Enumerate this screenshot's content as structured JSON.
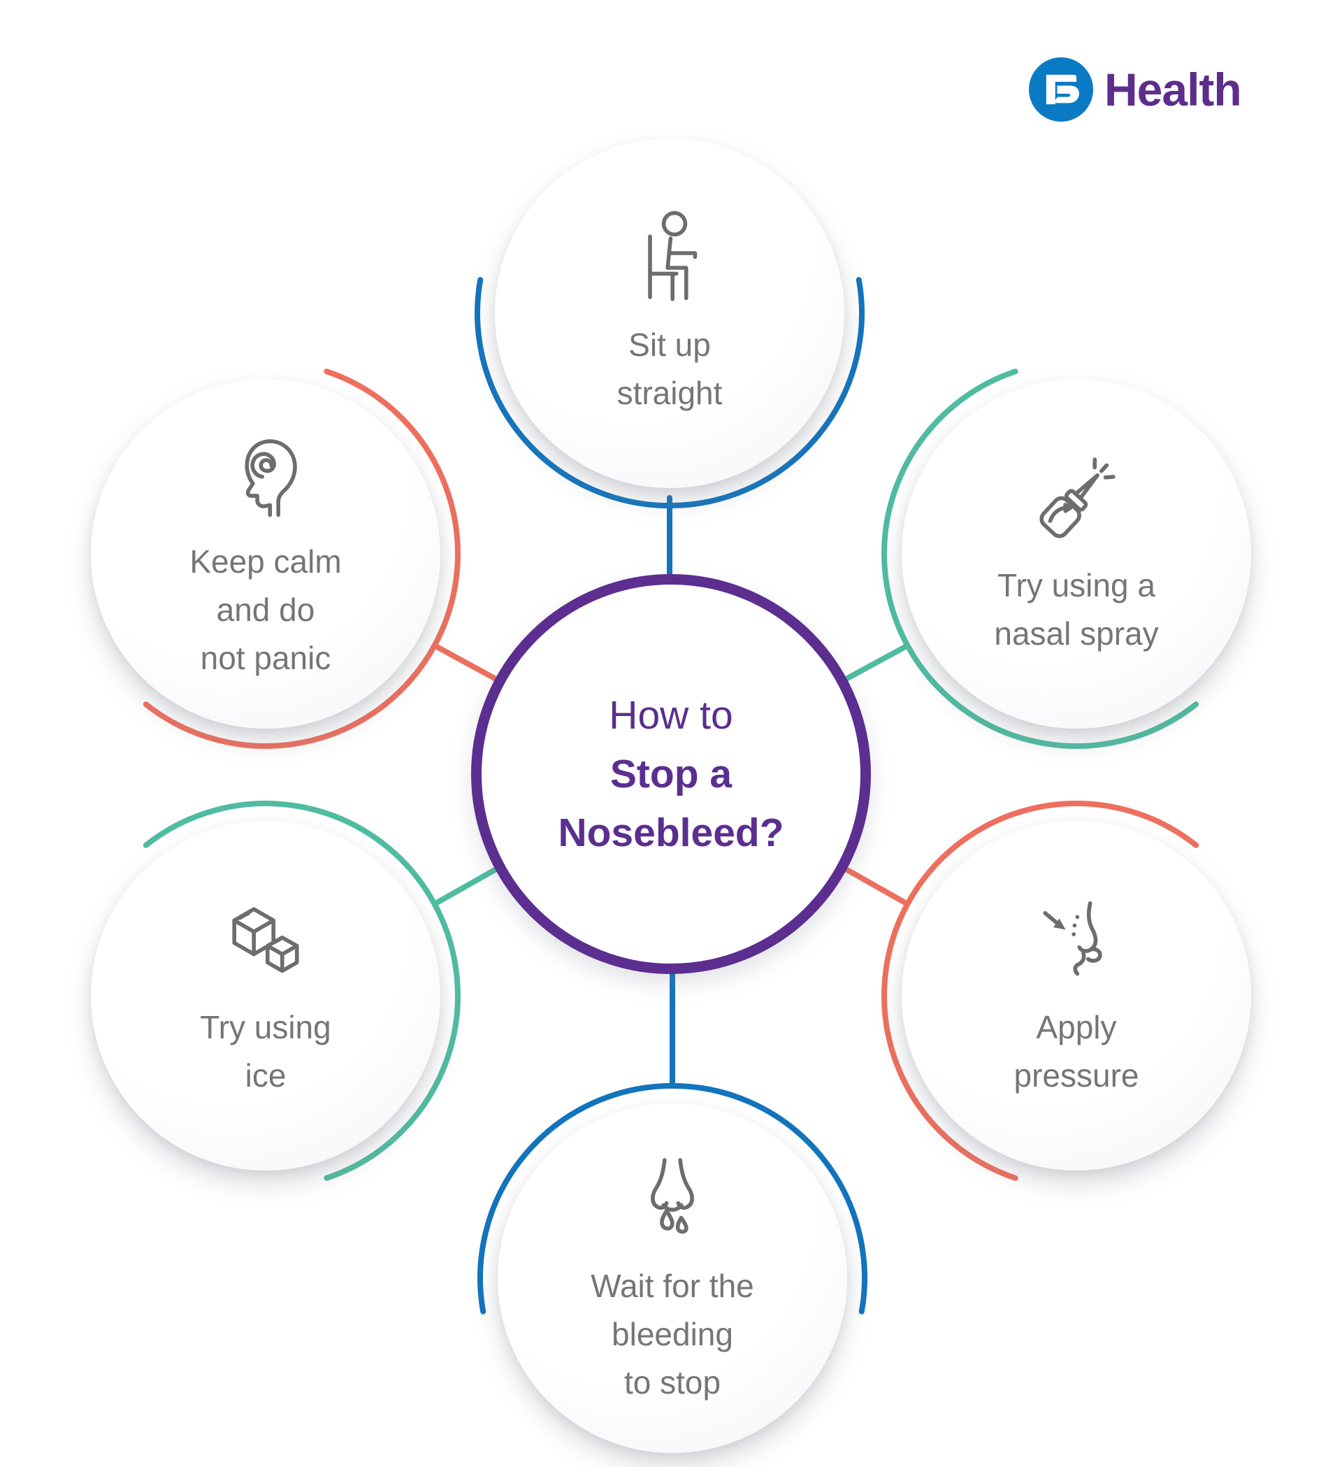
{
  "page": {
    "background": "#ffffff"
  },
  "logo": {
    "brand_mark_icon": "bajaj-finserv-b-icon",
    "text": "Health",
    "circle_color": "#0B7AC4",
    "text_color": "#5D2D8B"
  },
  "center": {
    "lines": [
      "How to",
      "Stop a",
      "Nosebleed?"
    ],
    "ring_color": "#5B2E90",
    "text_color": "#5B2E90"
  },
  "nodes": [
    {
      "id": "sit-up-straight",
      "position": "top",
      "lines": [
        "Sit up",
        "straight"
      ],
      "icon": "person-sitting-chair-icon",
      "accent": "#1274BD"
    },
    {
      "id": "keep-calm",
      "position": "upper-left",
      "lines": [
        "Keep calm",
        "and do",
        "not panic"
      ],
      "icon": "calm-head-spiral-icon",
      "accent": "#EE6F5E"
    },
    {
      "id": "nasal-spray",
      "position": "upper-right",
      "lines": [
        "Try using a",
        "nasal spray"
      ],
      "icon": "nasal-spray-icon",
      "accent": "#4FBCA1"
    },
    {
      "id": "try-ice",
      "position": "lower-left",
      "lines": [
        "Try using",
        "ice"
      ],
      "icon": "ice-cubes-icon",
      "accent": "#4FBCA1"
    },
    {
      "id": "apply-pressure",
      "position": "lower-right",
      "lines": [
        "Apply",
        "pressure"
      ],
      "icon": "nose-apply-pressure-icon",
      "accent": "#EE6F5E"
    },
    {
      "id": "wait-bleeding",
      "position": "bottom",
      "lines": [
        "Wait for the",
        "bleeding",
        "to stop"
      ],
      "icon": "bleeding-nose-icon",
      "accent": "#1274BD"
    }
  ],
  "colors": {
    "blue": "#1274BD",
    "teal": "#4FBCA1",
    "salmon": "#EE6F5E",
    "purple": "#5B2E90",
    "label_gray": "#737678",
    "icon_gray": "#6B6D6E",
    "logo_blue": "#0B7AC4",
    "logo_purple": "#5D2D8B"
  }
}
